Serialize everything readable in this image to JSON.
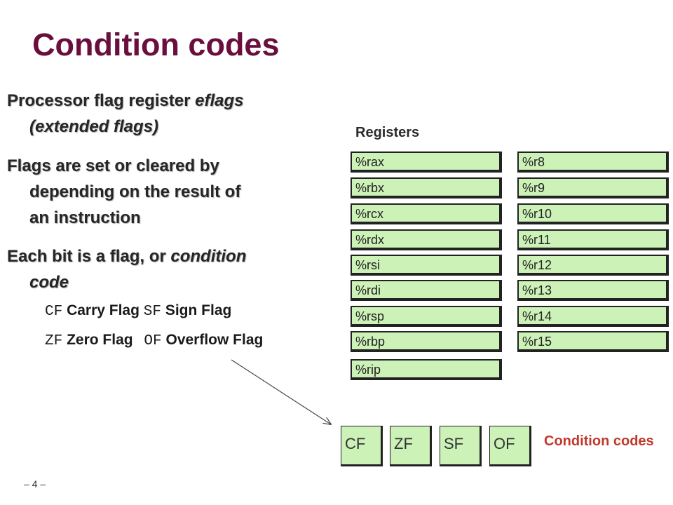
{
  "title": "Condition codes",
  "bullets": [
    {
      "pre": "Processor flag register ",
      "em": "eflags",
      "post": "",
      "line2": "(extended flags)"
    },
    {
      "line1": "Flags are set or cleared by",
      "line2": "depending on the result of",
      "line3": "an instruction"
    },
    {
      "pre": "Each bit is a flag, or ",
      "em": "condition",
      "line2": "code"
    }
  ],
  "flags": [
    {
      "code": "CF",
      "name": "Carry Flag"
    },
    {
      "code": "SF",
      "name": "Sign Flag"
    },
    {
      "code": "ZF",
      "name": "Zero Flag"
    },
    {
      "code": "OF",
      "name": "Overflow Flag"
    }
  ],
  "registers_title": "Registers",
  "registers_left": [
    "%rax",
    "%rbx",
    "%rcx",
    "%rdx",
    "%rsi",
    "%rdi",
    "%rsp",
    "%rbp",
    "%rip"
  ],
  "registers_right": [
    "%r8",
    "%r9",
    "%r10",
    "%r11",
    "%r12",
    "%r13",
    "%r14",
    "%r15"
  ],
  "condition_codes": [
    "CF",
    "ZF",
    "SF",
    "OF"
  ],
  "condition_codes_label": "Condition codes",
  "page_number": "– 4 –",
  "colors": {
    "title": "#6a0e3e",
    "register_fill": "#cdf2b8",
    "label_red": "#c0392b"
  }
}
